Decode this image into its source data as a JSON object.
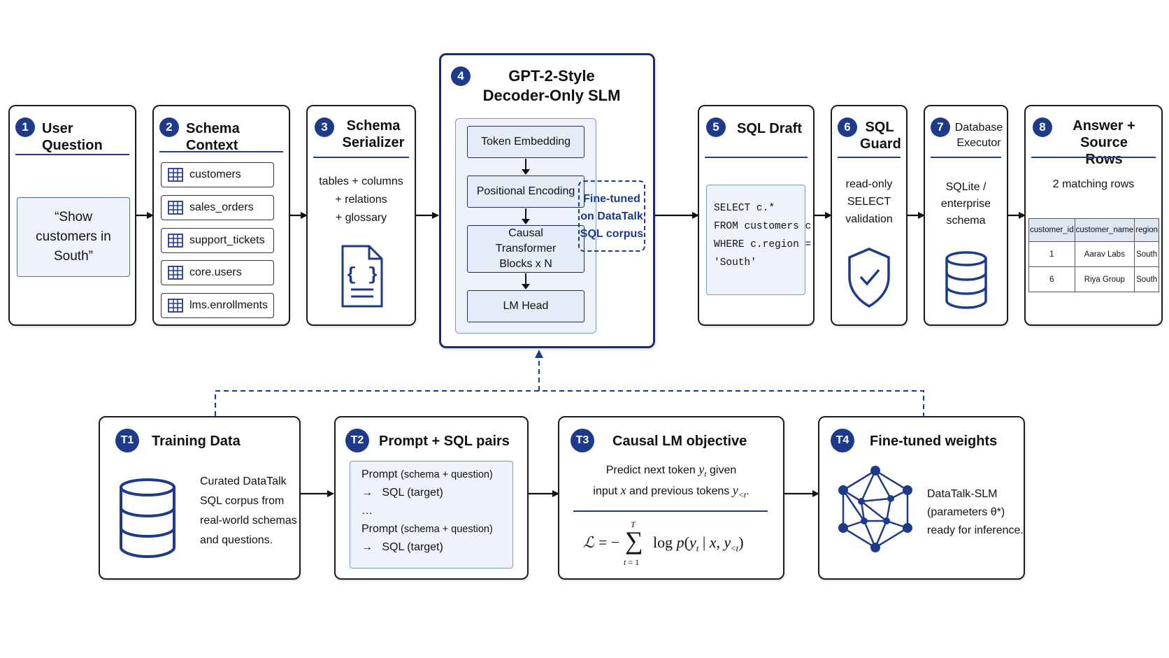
{
  "pipeline": {
    "user_question": {
      "badge": "1",
      "title": "User Question",
      "question": "“Show customers in South”"
    },
    "schema_context": {
      "badge": "2",
      "title": "Schema Context",
      "tables": [
        "customers",
        "sales_orders",
        "support_tickets",
        "core.users",
        "lms.enrollments"
      ]
    },
    "schema_serializer": {
      "badge": "3",
      "title": "Schema Serializer",
      "lines": [
        "tables + columns",
        "+ relations",
        "+ glossary"
      ],
      "icon": "json-file-icon"
    },
    "decoder": {
      "badge": "4",
      "title": "GPT-2-Style Decoder-Only SLM",
      "blocks": [
        "Token Embedding",
        "Positional Encoding",
        "Causal Transformer Blocks x N",
        "LM Head"
      ]
    },
    "fine_tuned_note": "Fine-tuned on DataTalk SQL corpus",
    "sql_draft": {
      "badge": "5",
      "title": "SQL Draft",
      "code": [
        "SELECT c.*",
        "FROM customers c",
        "WHERE c.region =",
        "'South'"
      ]
    },
    "sql_guard": {
      "badge": "6",
      "title": "SQL Guard",
      "lines": [
        "read-only",
        "SELECT",
        "validation"
      ],
      "icon": "shield-check-icon"
    },
    "db_executor": {
      "badge": "7",
      "title": "Database Executor",
      "lines": [
        "SQLite /",
        "enterprise",
        "schema"
      ],
      "icon": "database-icon"
    },
    "answer": {
      "badge": "8",
      "title": "Answer + Source Rows",
      "summary": "2 matching rows",
      "columns": [
        "customer_id",
        "customer_name",
        "region"
      ],
      "rows": [
        [
          "1",
          "Aarav Labs",
          "South"
        ],
        [
          "6",
          "Riya Group",
          "South"
        ]
      ]
    }
  },
  "training": {
    "t1": {
      "badge": "T1",
      "title": "Training Data",
      "lines": [
        "Curated DataTalk",
        "SQL corpus from",
        "real-world schemas",
        "and questions."
      ],
      "icon": "database-icon"
    },
    "t2": {
      "badge": "T2",
      "title": "Prompt + SQL pairs",
      "prompt": "Prompt",
      "prompt_detail": "(schema + question)",
      "arrow": "→",
      "sql": "SQL",
      "sql_detail": "(target)",
      "ellipsis": "…"
    },
    "t3": {
      "badge": "T3",
      "title": "Causal LM objective",
      "line1_pre": "Predict next token",
      "line1_post": "given",
      "line2_pre": "input",
      "line2_mid": "and previous tokens",
      "loss": "ℒ = − Σ log p(yₜ | x, y<ₜ)"
    },
    "t4": {
      "badge": "T4",
      "title": "Fine-tuned weights",
      "line1": "DataTalk-SLM",
      "line2": "(parameters θ*)",
      "line3": "ready for inference.",
      "icon": "neural-network-icon"
    }
  },
  "colors": {
    "accent": "#1e3a8a",
    "border": "#1c1c1c",
    "panel_fill": "#eef3fb"
  }
}
